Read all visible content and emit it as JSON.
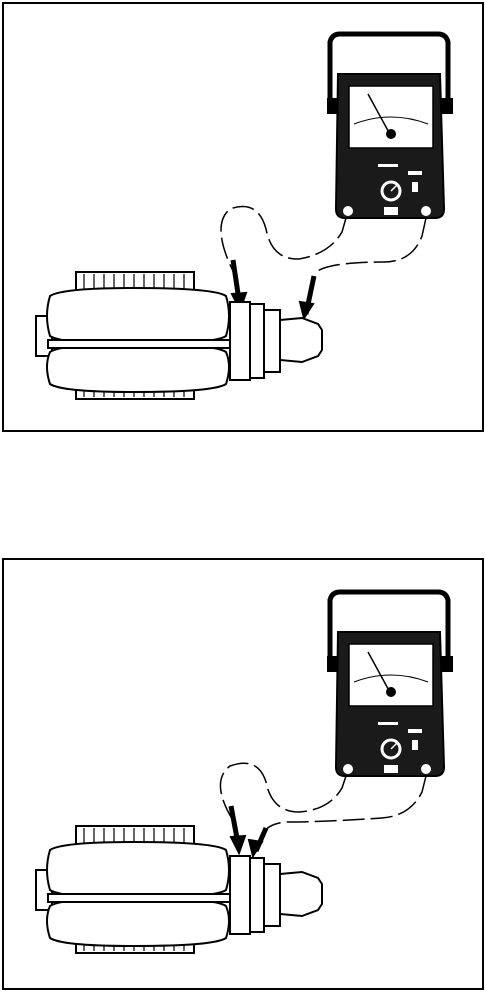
{
  "figures": [
    {
      "id": "continuity-test-1",
      "probe_positions": [
        "inner-ring",
        "outer-conical-nut"
      ]
    },
    {
      "id": "continuity-test-2",
      "probe_positions": [
        "inner-ring",
        "middle-ring"
      ]
    }
  ],
  "meter": {
    "icon": "analog-multimeter-icon",
    "face_color": "#ffffff",
    "body_color": "#1a1a1a"
  },
  "colors": {
    "ink": "#000000",
    "paper": "#ffffff"
  }
}
